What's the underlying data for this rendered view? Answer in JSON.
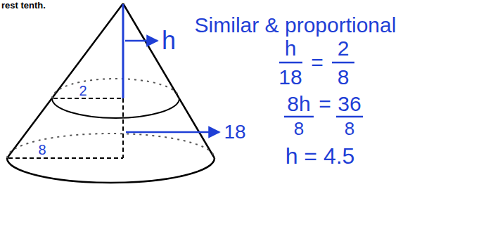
{
  "diagram": {
    "labels": [
      "rest tenth.",
      "h",
      "2",
      "18",
      "8",
      "Similar & proportional",
      "h",
      "18",
      "=",
      "2",
      "8",
      "8h",
      "=",
      "36",
      "8",
      "8",
      "h = 4.5"
    ]
  }
}
